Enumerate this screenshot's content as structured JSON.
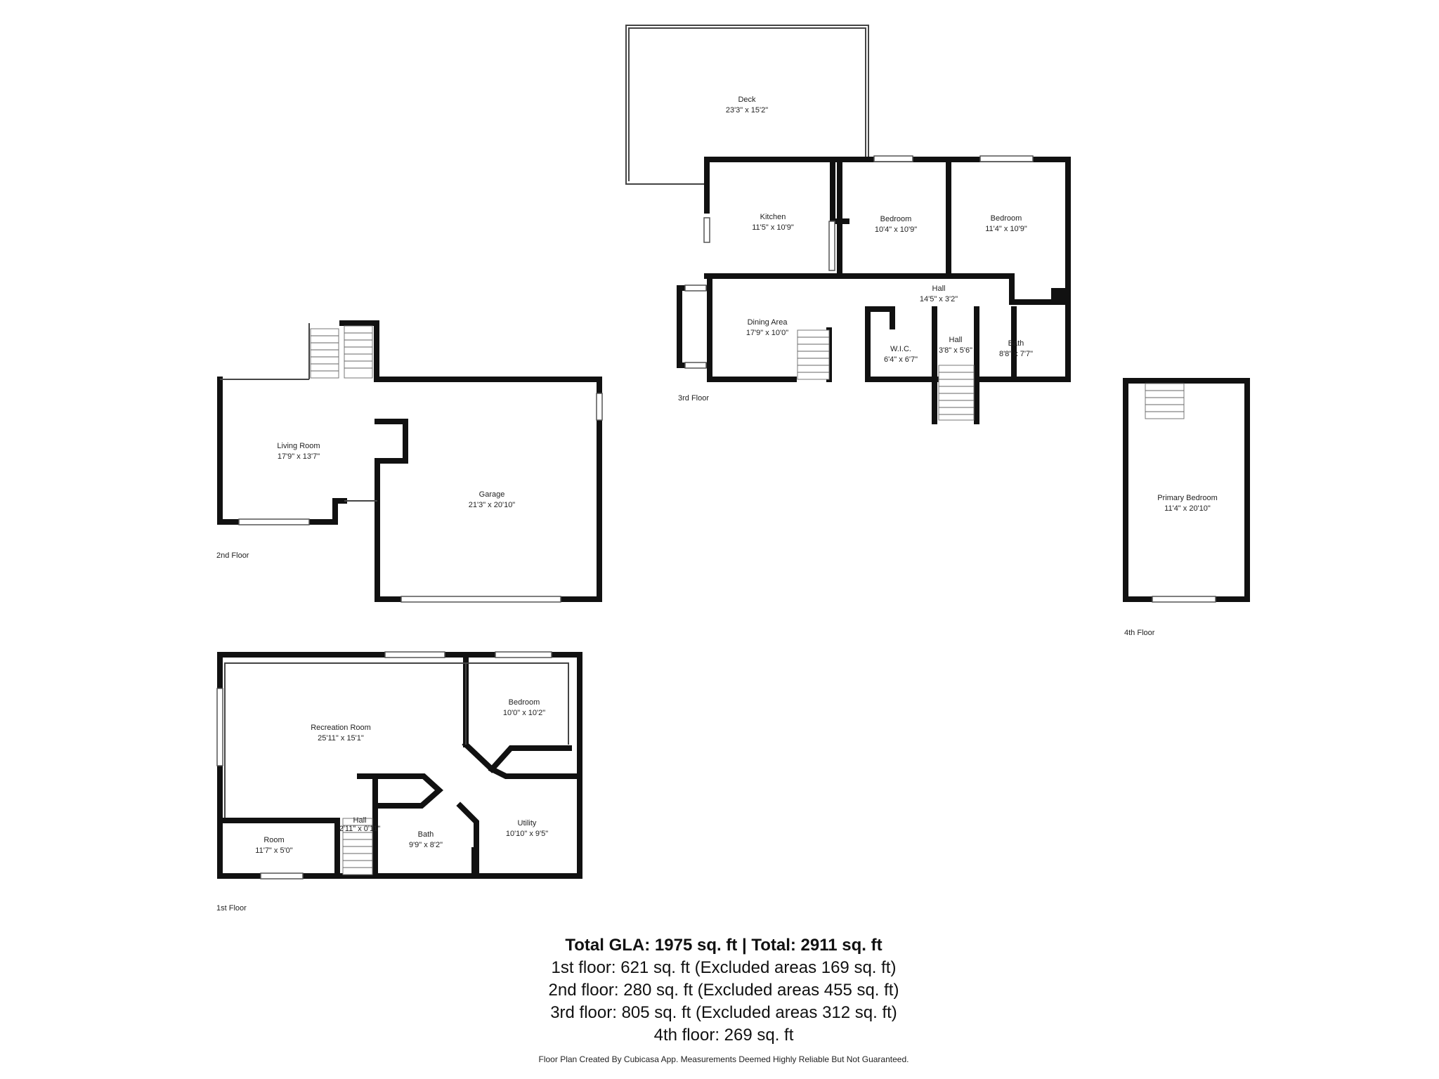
{
  "floors": [
    {
      "label": "1st Floor",
      "rooms": [
        {
          "name": "Recreation Room",
          "dims": "25'11\" x 15'1\""
        },
        {
          "name": "Bedroom",
          "dims": "10'0\" x 10'2\""
        },
        {
          "name": "Room",
          "dims": "11'7\" x 5'0\""
        },
        {
          "name": "Hall",
          "dims": "2'11\" x 0'11\""
        },
        {
          "name": "Bath",
          "dims": "9'9\" x 8'2\""
        },
        {
          "name": "Utility",
          "dims": "10'10\" x 9'5\""
        }
      ]
    },
    {
      "label": "2nd Floor",
      "rooms": [
        {
          "name": "Living Room",
          "dims": "17'9\" x 13'7\""
        },
        {
          "name": "Garage",
          "dims": "21'3\" x 20'10\""
        }
      ]
    },
    {
      "label": "3rd Floor",
      "rooms": [
        {
          "name": "Deck",
          "dims": "23'3\" x 15'2\""
        },
        {
          "name": "Kitchen",
          "dims": "11'5\" x 10'9\""
        },
        {
          "name": "Bedroom",
          "dims": "10'4\" x 10'9\""
        },
        {
          "name": "Bedroom",
          "dims": "11'4\" x 10'9\""
        },
        {
          "name": "Hall",
          "dims": "14'5\" x 3'2\""
        },
        {
          "name": "Dining Area",
          "dims": "17'9\" x 10'0\""
        },
        {
          "name": "W.I.C.",
          "dims": "6'4\" x 6'7\""
        },
        {
          "name": "Hall",
          "dims": "3'8\" x 5'6\""
        },
        {
          "name": "Bath",
          "dims": "8'8\" x 7'7\""
        }
      ]
    },
    {
      "label": "4th Floor",
      "rooms": [
        {
          "name": "Primary Bedroom",
          "dims": "11'4\" x 20'10\""
        }
      ]
    }
  ],
  "summary": {
    "total": "Total GLA: 1975 sq. ft | Total: 2911 sq. ft",
    "lines": [
      "1st floor: 621 sq. ft (Excluded areas 169 sq. ft)",
      "2nd floor: 280 sq. ft (Excluded areas 455 sq. ft)",
      "3rd floor: 805 sq. ft (Excluded areas 312 sq. ft)",
      "4th floor: 269 sq. ft"
    ]
  },
  "disclaimer": "Floor Plan Created By Cubicasa App. Measurements Deemed Highly Reliable But Not Guaranteed."
}
